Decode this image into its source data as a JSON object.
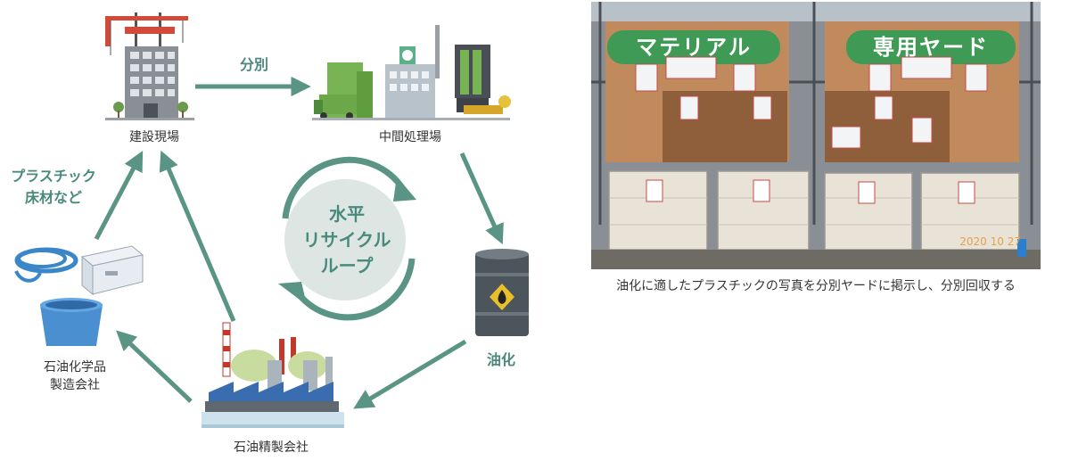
{
  "diagram": {
    "nodes": {
      "construction_site": "建設現場",
      "intermediate_plant": "中間処理場",
      "refinery": "石油精製会社",
      "chemical_maker": "石油化学品\n製造会社"
    },
    "edges": {
      "sort": "分別",
      "oil": "油化",
      "plastic_flooring": "プラスチック\n床材など"
    },
    "loop": "水平\nリサイクル\nループ",
    "accent_color": "#4a8a7c",
    "loop_fill": "#dde6e3"
  },
  "photo": {
    "sign_left": "マテリアル",
    "sign_right": "専用ヤード",
    "date_stamp": "2020 10 27",
    "caption": "油化に適したプラスチックの写真を分別ヤードに掲示し、分別回収する"
  }
}
